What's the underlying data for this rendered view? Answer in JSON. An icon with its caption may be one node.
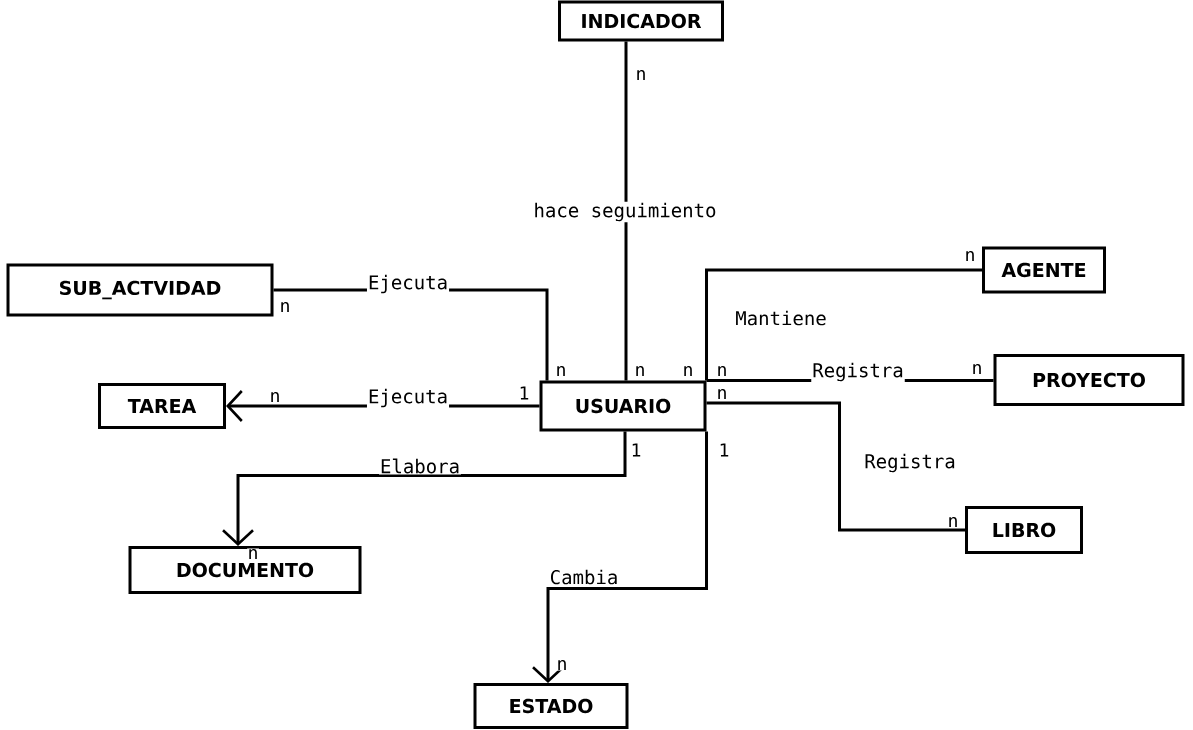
{
  "diagram": {
    "nodes": [
      {
        "text": [
          "INDICADOR"
        ]
      },
      {
        "text": [
          "SUB_ACTVIDAD"
        ]
      },
      {
        "text": [
          "AGENTE"
        ]
      },
      {
        "text": [
          "TAREA"
        ]
      },
      {
        "text": [
          "USUARIO"
        ]
      },
      {
        "text": [
          "PROYECTO"
        ]
      },
      {
        "text": [
          "DOCUMENTO"
        ]
      },
      {
        "text": [
          "LIBRO"
        ]
      },
      {
        "text": [
          "ESTADO"
        ]
      }
    ],
    "edges": [
      {
        "from": 4,
        "to": 0,
        "arrow": "none",
        "label": "hace seguimiento"
      },
      {
        "from": 4,
        "to": 1,
        "arrow": "none",
        "label": "Ejecuta"
      },
      {
        "from": 4,
        "to": 3,
        "arrow": "to",
        "label": "Ejecuta"
      },
      {
        "from": 4,
        "to": 2,
        "arrow": "none",
        "label": "Mantiene"
      },
      {
        "from": 4,
        "to": 5,
        "arrow": "none",
        "label": "Registra"
      },
      {
        "from": 4,
        "to": 7,
        "arrow": "none",
        "label": "Registra"
      },
      {
        "from": 4,
        "to": 6,
        "arrow": "to",
        "label": "Elabora"
      },
      {
        "from": 4,
        "to": 8,
        "arrow": "to",
        "label": "Cambia"
      }
    ],
    "labels": [
      "n",
      "n",
      "n",
      "n",
      "n",
      "n",
      "n",
      "n",
      "n",
      "1",
      "n",
      "1",
      "1",
      "n",
      "n",
      "n"
    ]
  }
}
